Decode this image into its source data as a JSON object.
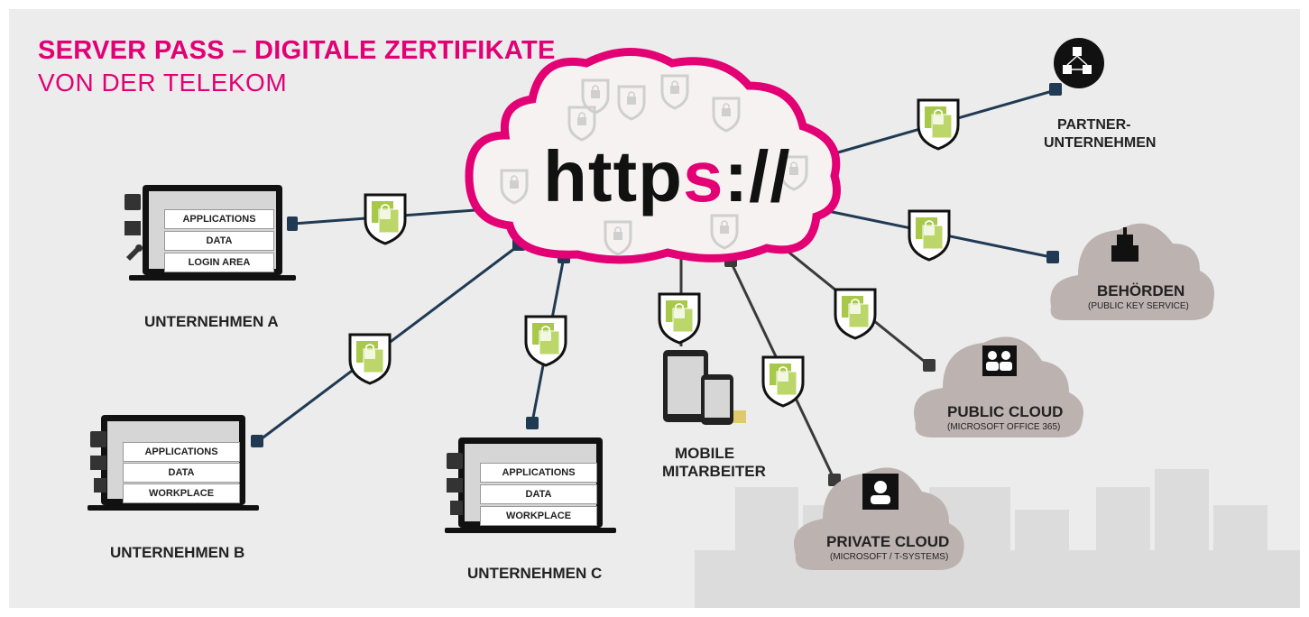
{
  "header": {
    "title": "SERVER PASS – DIGITALE ZERTIFIKATE",
    "subtitle": "VON DER TELEKOM"
  },
  "cloud": {
    "text_before": "http",
    "text_highlight": "s",
    "text_after": "://"
  },
  "nodes": {
    "unternehmen_a": {
      "label": "UNTERNEHMEN A",
      "buttons": [
        "APPLICATIONS",
        "DATA",
        "LOGIN AREA"
      ]
    },
    "unternehmen_b": {
      "label": "UNTERNEHMEN B",
      "buttons": [
        "APPLICATIONS",
        "DATA",
        "WORKPLACE"
      ]
    },
    "unternehmen_c": {
      "label": "UNTERNEHMEN C",
      "buttons": [
        "APPLICATIONS",
        "DATA",
        "WORKPLACE"
      ]
    },
    "mobile": {
      "label_line1": "MOBILE",
      "label_line2": "MITARBEITER"
    },
    "partner": {
      "label_line1": "PARTNER-",
      "label_line2": "UNTERNEHMEN"
    },
    "behoerden": {
      "label": "BEHÖRDEN",
      "sublabel": "(PUBLIC KEY SERVICE)"
    },
    "public_cloud": {
      "label": "PUBLIC CLOUD",
      "sublabel": "(MICROSOFT OFFICE 365)"
    },
    "private_cloud": {
      "label": "PRIVATE CLOUD",
      "sublabel": "(MICROSOFT / T-SYSTEMS)"
    }
  },
  "colors": {
    "magenta": "#e20074",
    "shield_green": "#a8c84a",
    "cable_dark": "#1f3a52",
    "cable_grey": "#3a3a3a",
    "cloud_grey": "#bcb3b0"
  }
}
